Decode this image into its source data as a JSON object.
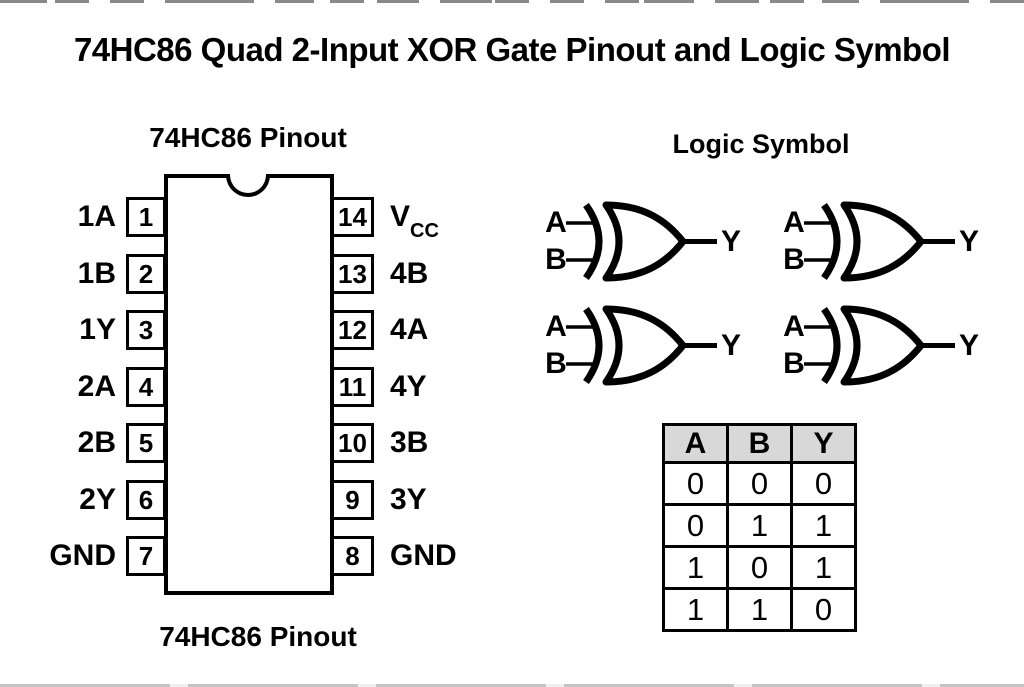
{
  "title": "74HC86 Quad 2-Input XOR Gate Pinout and Logic Symbol",
  "pinout": {
    "title_top": "74HC86 Pinout",
    "title_bottom": "74HC86 Pinout",
    "left_pins": [
      {
        "number": "1",
        "label": "1A"
      },
      {
        "number": "2",
        "label": "1B"
      },
      {
        "number": "3",
        "label": "1Y"
      },
      {
        "number": "4",
        "label": "2A"
      },
      {
        "number": "5",
        "label": "2B"
      },
      {
        "number": "6",
        "label": "2Y"
      },
      {
        "number": "7",
        "label": "GND"
      }
    ],
    "right_pins": [
      {
        "number": "14",
        "label": "VCC",
        "label_main": "V",
        "label_sub": "CC"
      },
      {
        "number": "13",
        "label": "4B",
        "label_main": "4B",
        "label_sub": ""
      },
      {
        "number": "12",
        "label": "4A",
        "label_main": "4A",
        "label_sub": ""
      },
      {
        "number": "11",
        "label": "4Y",
        "label_main": "4Y",
        "label_sub": ""
      },
      {
        "number": "10",
        "label": "3B",
        "label_main": "3B",
        "label_sub": ""
      },
      {
        "number": "9",
        "label": "3Y",
        "label_main": "3Y",
        "label_sub": ""
      },
      {
        "number": "8",
        "label": "GND",
        "label_main": "GND",
        "label_sub": ""
      }
    ]
  },
  "logic_symbol": {
    "title": "Logic Symbol",
    "gates": [
      {
        "input_a": "A",
        "input_b": "B",
        "output": "Y"
      },
      {
        "input_a": "A",
        "input_b": "B",
        "output": "Y"
      },
      {
        "input_a": "A",
        "input_b": "B",
        "output": "Y"
      },
      {
        "input_a": "A",
        "input_b": "B",
        "output": "Y"
      }
    ]
  },
  "truth_table": {
    "headers": [
      "A",
      "B",
      "Y"
    ],
    "rows": [
      [
        "0",
        "0",
        "0"
      ],
      [
        "0",
        "1",
        "1"
      ],
      [
        "1",
        "0",
        "1"
      ],
      [
        "1",
        "1",
        "0"
      ]
    ]
  },
  "colors": {
    "ink": "#000000",
    "background": "#ffffff",
    "table_header_bg": "#d8d8d8"
  }
}
